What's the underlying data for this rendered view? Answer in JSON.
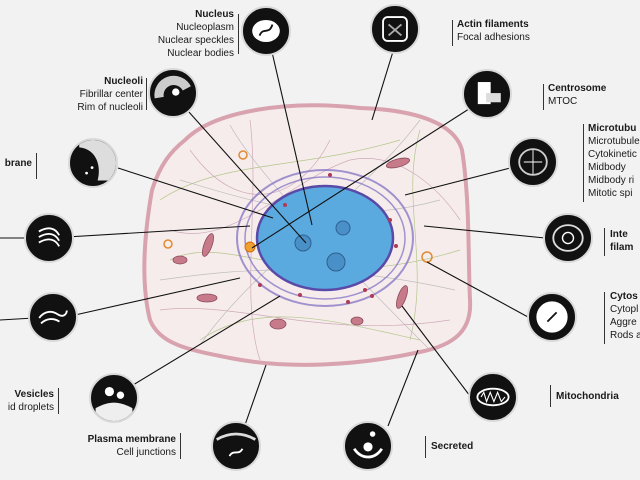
{
  "labels": {
    "nucleus": {
      "title": "Nucleus",
      "items": [
        "Nucleoplasm",
        "Nuclear speckles",
        "Nuclear bodies"
      ]
    },
    "nucleoli": {
      "title": "Nucleoli",
      "items": [
        "Fibrillar center",
        "Rim of nucleoli"
      ]
    },
    "actin": {
      "title": "Actin filaments",
      "items": [
        "Focal adhesions"
      ]
    },
    "centrosome": {
      "title": "Centrosome",
      "items": [
        "MTOC"
      ]
    },
    "microtubules": {
      "title": "Microtubu",
      "items": [
        "Microtubule",
        "Cytokinetic",
        "Midbody",
        "Midbody ri",
        "Mitotic spi"
      ]
    },
    "intermediate": {
      "title": "Inte",
      "items": [
        "filam"
      ]
    },
    "cytosol": {
      "title": "Cytos",
      "items": [
        "Cytopl",
        "Aggre",
        "Rods a"
      ]
    },
    "mitochondria": {
      "title": "Mitochondria",
      "items": []
    },
    "secreted": {
      "title": "Secreted",
      "items": []
    },
    "plasma": {
      "title": "Plasma membrane",
      "items": [
        "Cell junctions"
      ]
    },
    "vesicles": {
      "title": "Vesicles",
      "items": [
        "id droplets"
      ]
    },
    "nuclear_membrane": {
      "title": "brane",
      "items": []
    }
  },
  "colors": {
    "background": "#f2f2f2",
    "cell_fill": "#f6ecec",
    "cell_border": "#d8a3ae",
    "nucleus_fill": "#5aa9df",
    "nucleus_membrane": "#6b5bb0",
    "mitochondria": "#c77a8a",
    "icon_fill": "#111111"
  },
  "icons": [
    "nucleus-icon",
    "nucleoli-icon",
    "actin-icon",
    "centrosome-icon",
    "microtubules-icon",
    "intermediate-filaments-icon",
    "cytosol-icon",
    "mitochondria-icon",
    "secreted-icon",
    "plasma-membrane-icon",
    "vesicles-icon",
    "nuclear-membrane-icon",
    "golgi-icon",
    "er-icon"
  ]
}
